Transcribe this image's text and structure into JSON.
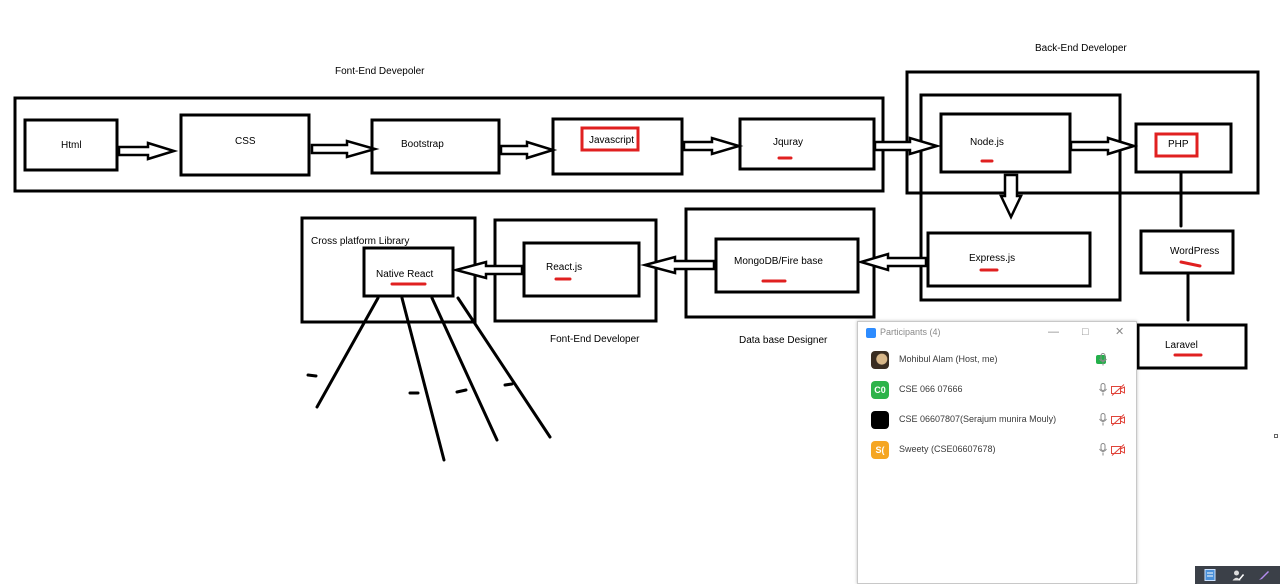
{
  "diagram": {
    "section_labels": {
      "front_end_top": "Font-End Devepoler",
      "back_end": "Back-End Developer",
      "front_end_bottom": "Font-End Developer",
      "database": "Data base Designer",
      "cross_platform": "Cross platform Library"
    },
    "nodes": {
      "html": "Html",
      "css": "CSS",
      "bootstrap": "Bootstrap",
      "javascript": "Javascript",
      "jquray": "Jquray",
      "nodejs": "Node.js",
      "php": "PHP",
      "expressjs": "Express.js",
      "wordpress": "WordPress",
      "laravel": "Laravel",
      "mongodb": "MongoDB/Fire base",
      "reactjs": "React.js",
      "native_react": "Native React"
    },
    "colors": {
      "ink": "#000000",
      "highlight": "#e02020"
    }
  },
  "participants": {
    "title": "Participants (4)",
    "controls": {
      "minimize": "—",
      "maximize": "□",
      "close": "✕"
    },
    "rows": [
      {
        "avatar": "",
        "avatar_color": "#5a4a3a",
        "name": "Mohibul Alam (Host, me)",
        "screen_share": true,
        "video_off": false
      },
      {
        "avatar": "C0",
        "avatar_color": "#2db34a",
        "name": "CSE 066 07666",
        "screen_share": false,
        "video_off": true
      },
      {
        "avatar": "",
        "avatar_color": "#000000",
        "name": "CSE 06607807(Serajum munira Mouly)",
        "screen_share": false,
        "video_off": true
      },
      {
        "avatar": "S(",
        "avatar_color": "#f5a623",
        "name": "Sweety (CSE06607678)",
        "screen_share": false,
        "video_off": true
      }
    ]
  },
  "taskbar": {
    "icons": [
      "document-icon",
      "user-pen-icon",
      "pen-icon"
    ]
  }
}
